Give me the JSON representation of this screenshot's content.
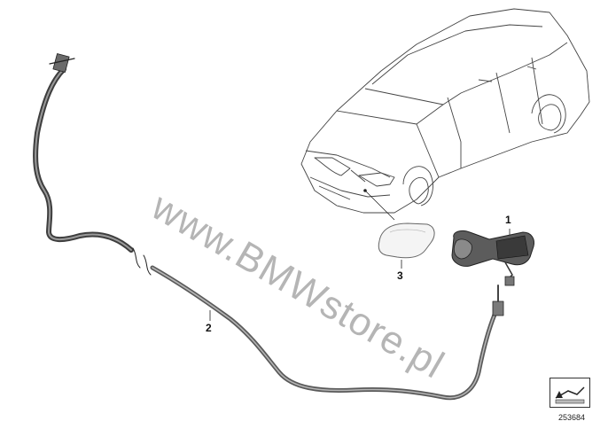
{
  "watermark": "www.BMWstore.pl",
  "callouts": {
    "part_1": "1",
    "part_2": "2",
    "part_3": "3"
  },
  "diagram_id": "253684",
  "icons": {
    "nav": "arrow-back-icon"
  }
}
